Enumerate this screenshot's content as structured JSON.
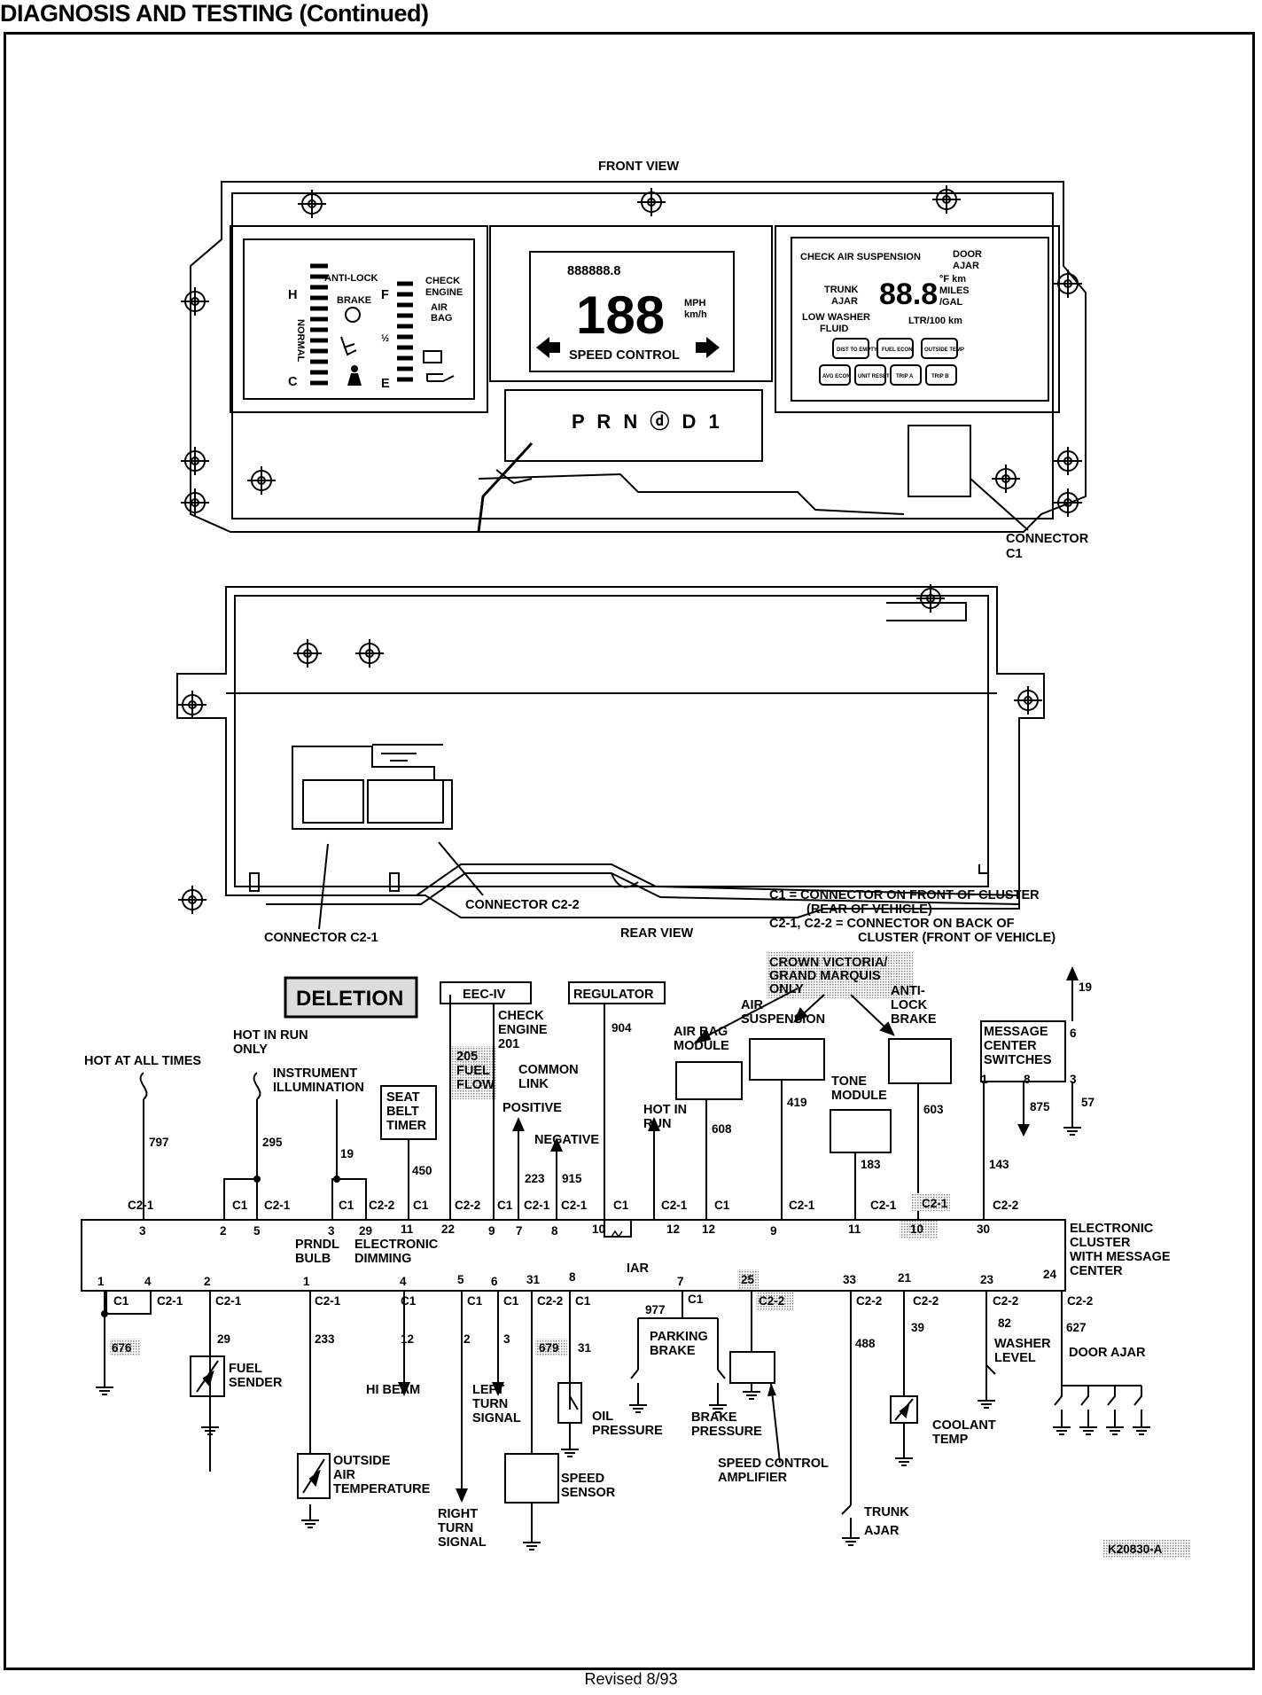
{
  "page": {
    "title": "DIAGNOSIS AND TESTING (Continued)",
    "footer": "Revised 8/93"
  },
  "front_view": {
    "title": "FRONT VIEW",
    "left_display": {
      "anti_lock": "ANTI-LOCK",
      "brake": "BRAKE",
      "check_engine": [
        "CHECK",
        "ENGINE"
      ],
      "air_bag": [
        "AIR",
        "BAG"
      ],
      "H": "H",
      "C": "C",
      "F": "F",
      "E": "E",
      "half": "½",
      "normal": "NORMAL"
    },
    "center_display": {
      "odometer": "888888.8",
      "speed": "188",
      "mph": "MPH",
      "kmh": "km/h",
      "speed_control": "SPEED CONTROL",
      "prndl": "P R N ⓓ D 1"
    },
    "right_display": {
      "check_air_suspension": "CHECK AIR SUSPENSION",
      "door_ajar": [
        "DOOR",
        "AJAR"
      ],
      "trunk_ajar": [
        "TRUNK",
        "AJAR"
      ],
      "digits": "88.8",
      "units": [
        "°F km",
        "MILES",
        "/GAL"
      ],
      "low_washer_fluid": [
        "LOW WASHER",
        "FLUID"
      ],
      "ltr_100km": "LTR/100 km",
      "buttons": [
        "DIST TO EMPTY",
        "FUEL ECON",
        "OUTSIDE TEMP",
        "AVG ECON",
        "UNIT RESET",
        "TRIP A",
        "TRIP B"
      ]
    },
    "connector_c1": [
      "CONNECTOR",
      "C1"
    ]
  },
  "rear_view": {
    "title": "REAR VIEW",
    "connector_c2_2": "CONNECTOR C2-2",
    "connector_c2_1": "CONNECTOR C2-1",
    "legend": [
      "C1 = CONNECTOR ON FRONT OF CLUSTER",
      "(REAR OF VEHICLE)",
      "C2-1, C2-2 = CONNECTOR ON BACK OF",
      "CLUSTER (FRONT OF VEHICLE)"
    ]
  },
  "schematic": {
    "deletion": "DELETION",
    "eec_iv": "EEC-IV",
    "regulator": "REGULATOR",
    "crown_victoria": [
      "CROWN VICTORIA/",
      "GRAND MARQUIS",
      "ONLY"
    ],
    "hot_at_all_times": "HOT AT ALL TIMES",
    "hot_in_run_only": [
      "HOT IN RUN",
      "ONLY"
    ],
    "instrument_illumination": [
      "INSTRUMENT",
      "ILLUMINATION"
    ],
    "seat_belt_timer": [
      "SEAT",
      "BELT",
      "TIMER"
    ],
    "check_engine": [
      "CHECK",
      "ENGINE",
      "201"
    ],
    "fuel_flow": [
      "205",
      "FUEL",
      "FLOW"
    ],
    "common_link": [
      "COMMON",
      "LINK"
    ],
    "positive": "POSITIVE",
    "negative": "NEGATIVE",
    "hot_in_run": [
      "HOT IN",
      "RUN"
    ],
    "air_bag_module": [
      "AIR BAG",
      "MODULE"
    ],
    "air_suspension": [
      "AIR",
      "SUSPENSION"
    ],
    "anti_lock_brake": [
      "ANTI-",
      "LOCK",
      "BRAKE"
    ],
    "tone_module": [
      "TONE",
      "MODULE"
    ],
    "message_center_switches": [
      "MESSAGE",
      "CENTER",
      "SWITCHES"
    ],
    "cluster": [
      "ELECTRONIC",
      "CLUSTER",
      "WITH MESSAGE",
      "CENTER"
    ],
    "prndl_bulb": [
      "PRNDL",
      "BULB"
    ],
    "electronic_dimming": [
      "ELECTRONIC",
      "DIMMING"
    ],
    "iar": "IAR",
    "fuel_sender": [
      "FUEL",
      "SENDER"
    ],
    "outside_air_temperature": [
      "OUTSIDE",
      "AIR",
      "TEMPERATURE"
    ],
    "hi_beam": "HI BEAM",
    "right_turn_signal": [
      "RIGHT",
      "TURN",
      "SIGNAL"
    ],
    "left_turn_signal": [
      "LEFT",
      "TURN",
      "SIGNAL"
    ],
    "speed_sensor": [
      "SPEED",
      "SENSOR"
    ],
    "oil_pressure": [
      "OIL",
      "PRESSURE"
    ],
    "parking_brake": [
      "PARKING",
      "BRAKE"
    ],
    "brake_pressure": [
      "BRAKE",
      "PRESSURE"
    ],
    "speed_control_amplifier": [
      "SPEED CONTROL",
      "AMPLIFIER"
    ],
    "trunk_ajar": [
      "TRUNK",
      "AJAR"
    ],
    "coolant_temp": [
      "COOLANT",
      "TEMP"
    ],
    "washer_level": [
      "WASHER",
      "LEVEL"
    ],
    "door_ajar": "DOOR AJAR",
    "figure_id": "K20830-A",
    "top_wires": {
      "w797": "797",
      "w295": "295",
      "w19": "19",
      "w450": "450",
      "w223": "223",
      "w915": "915",
      "w904": "904",
      "w608": "608",
      "w419": "419",
      "w603": "603",
      "w183": "183",
      "w143": "143",
      "w875": "875",
      "w57": "57",
      "w19b": "19"
    },
    "top_connectors": {
      "a": "C2-1",
      "b": "C1",
      "c": "C2-1",
      "d": "C1",
      "e": "C2-2",
      "f": "C1",
      "g": "C2-2",
      "h": "C1",
      "i": "C2-1",
      "j": "C2-1",
      "k": "C1",
      "l": "C2-1",
      "m": "C1",
      "n": "C2-1",
      "o": "C2-1",
      "p": "C2-1",
      "q": "C2-2"
    },
    "top_pins": {
      "p3": "3",
      "p2": "2",
      "p5": "5",
      "p3b": "3",
      "p29": "29",
      "p11": "11",
      "p22": "22",
      "p9": "9",
      "p7": "7",
      "p8": "8",
      "p10": "10",
      "p12": "12",
      "p12b": "12",
      "p9b": "9",
      "p11b": "11",
      "p10b": "10",
      "p30": "30"
    },
    "switch_pins": {
      "s6": "6",
      "s1": "1",
      "s8": "8",
      "s3": "3"
    },
    "bottom_pins": {
      "p1": "1",
      "p4": "4",
      "p2": "2",
      "p1b": "1",
      "p4b": "4",
      "p5": "5",
      "p6": "6",
      "p31": "31",
      "p8": "8",
      "p7": "7",
      "p25": "25",
      "p33": "33",
      "p21": "21",
      "p23": "23",
      "p24": "24"
    },
    "bottom_connectors": {
      "a": "C1",
      "b": "C2-1",
      "c": "C2-1",
      "d": "C2-1",
      "e": "C1",
      "f": "C1",
      "g": "C1",
      "h": "C2-2",
      "i": "C1",
      "j": "C1",
      "k": "C2-2",
      "l": "C2-2",
      "m": "C2-2",
      "n": "C2-2",
      "o": "C2-2"
    },
    "bottom_wires": {
      "w676": "676",
      "w29": "29",
      "w233": "233",
      "w12": "12",
      "w2": "2",
      "w3": "3",
      "w679": "679",
      "w31": "31",
      "w977": "977",
      "w488": "488",
      "w39": "39",
      "w82": "82",
      "w627": "627"
    }
  },
  "colors": {
    "ink": "#000000",
    "highlight": "#c8c8c8",
    "paper": "#ffffff"
  }
}
